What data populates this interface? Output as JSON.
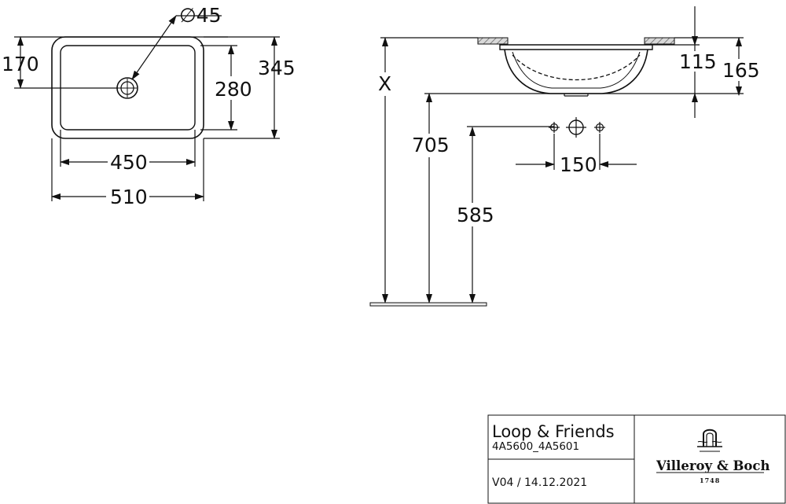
{
  "top_view": {
    "drain_diameter": "∅45",
    "drain_offset": "170",
    "inner_depth": "280",
    "outer_depth": "345",
    "inner_width": "450",
    "outer_width": "510"
  },
  "side_view": {
    "x_label": "X",
    "dim_115": "115",
    "dim_165": "165",
    "dim_705": "705",
    "dim_585": "585",
    "dim_150": "150"
  },
  "title_block": {
    "product_name": "Loop & Friends",
    "article_numbers": "4A5600_4A5601",
    "version": "V04 / 14.12.2021",
    "logo_text": "Villeroy & Boch",
    "logo_year": "1748"
  }
}
